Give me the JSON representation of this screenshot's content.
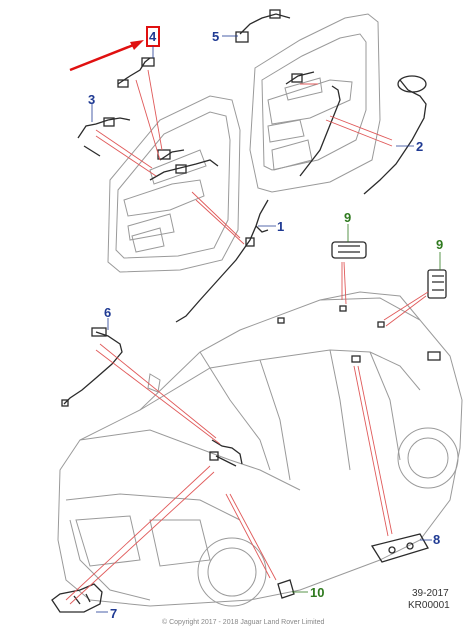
{
  "colors": {
    "outline": "#9a9a9a",
    "outline_dark": "#2b2b2b",
    "leader": "#e05a5a",
    "callout_blue": "#1f3a93",
    "callout_green": "#2f7a1f",
    "highlight_red": "#e01010"
  },
  "callouts": [
    {
      "id": "1",
      "label": "1",
      "color": "blue"
    },
    {
      "id": "2",
      "label": "2",
      "color": "blue"
    },
    {
      "id": "3",
      "label": "3",
      "color": "blue"
    },
    {
      "id": "4",
      "label": "4",
      "color": "blue",
      "highlighted": true
    },
    {
      "id": "5",
      "label": "5",
      "color": "blue"
    },
    {
      "id": "6",
      "label": "6",
      "color": "blue"
    },
    {
      "id": "7",
      "label": "7",
      "color": "blue"
    },
    {
      "id": "8",
      "label": "8",
      "color": "blue"
    },
    {
      "id": "9a",
      "label": "9",
      "color": "green"
    },
    {
      "id": "9b",
      "label": "9",
      "color": "green"
    },
    {
      "id": "10",
      "label": "10",
      "color": "green"
    }
  ],
  "footer": {
    "date_code": "39-2017",
    "ref_code": "KR00001",
    "copyright": "© Copyright 2017 - 2018 Jaguar Land Rover Limited"
  }
}
